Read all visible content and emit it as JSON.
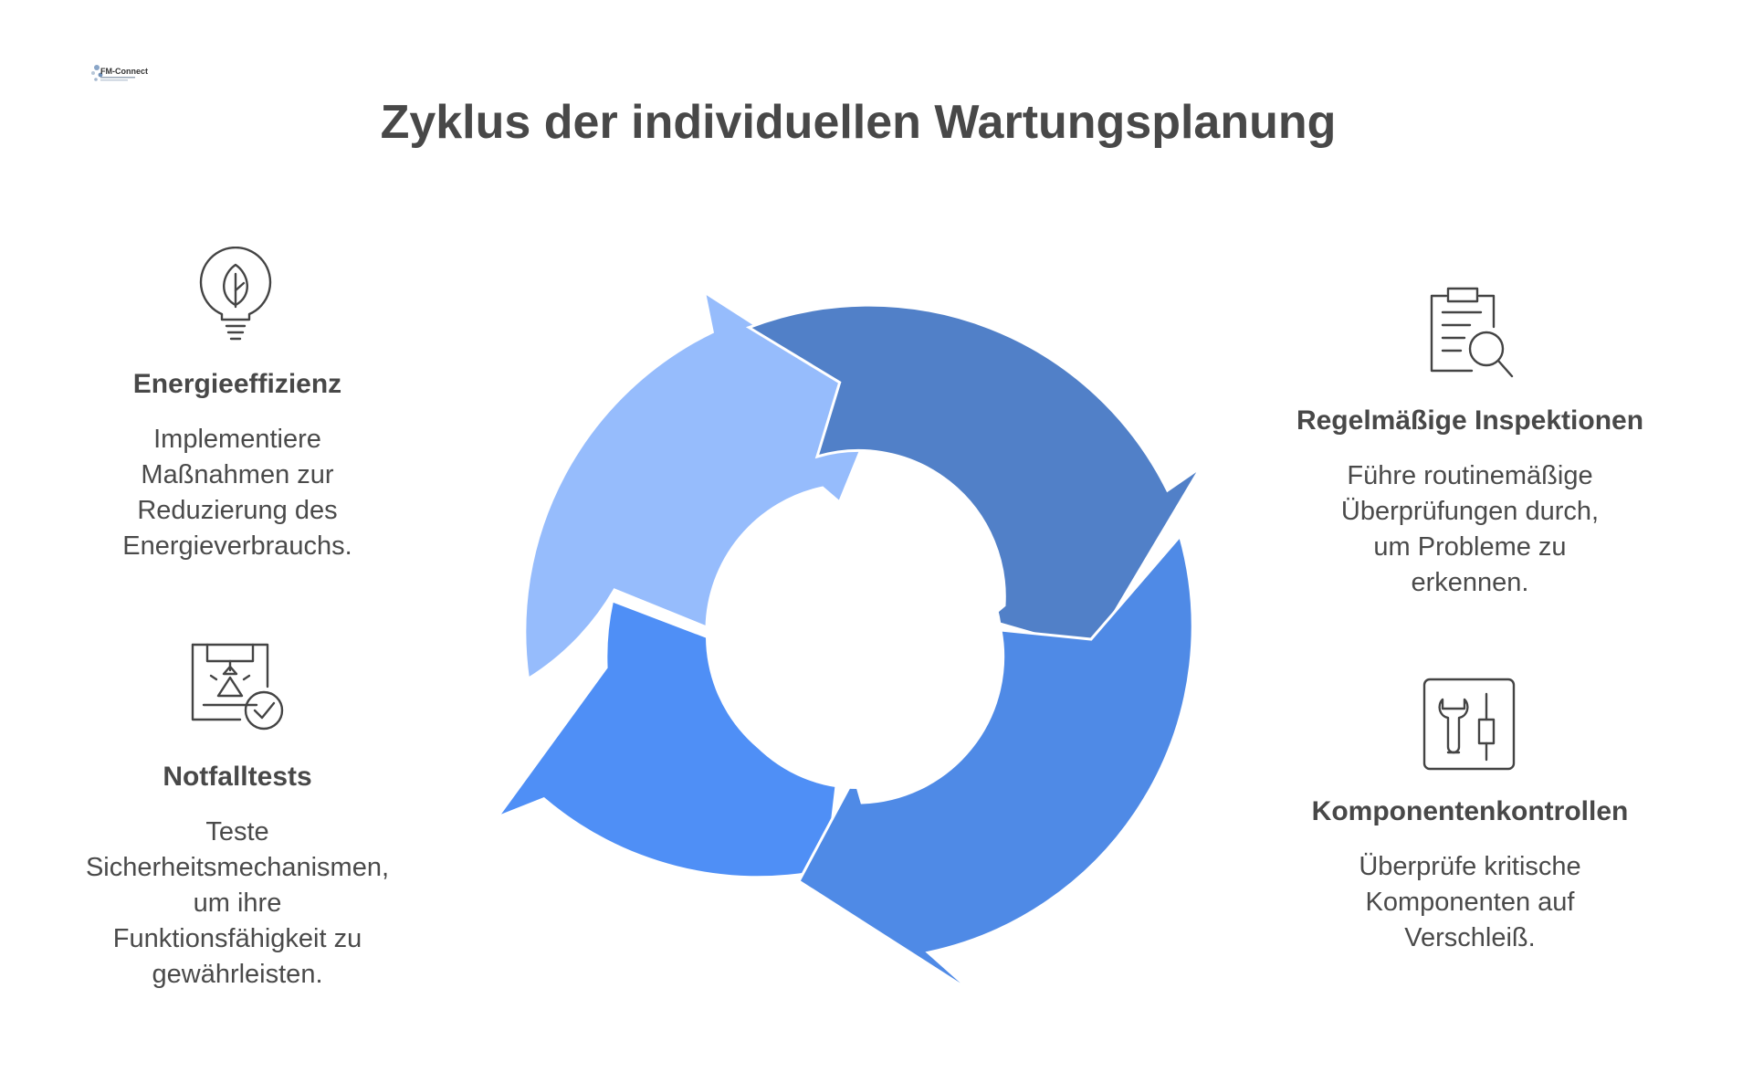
{
  "header": {
    "logo_text": "FM-Connect.com",
    "title": "Zyklus der individuellen Wartungsplanung"
  },
  "colors": {
    "segment_light": "#96bcfc",
    "segment_dark": "#5180c8",
    "segment_mid": "#4f8ae6",
    "segment_bright": "#4f8ff6",
    "icon_stroke": "#444444",
    "text": "#484848"
  },
  "items": [
    {
      "icon": "lightbulb-leaf-icon",
      "title": "Energieeffizienz",
      "desc_lines": [
        "Implementiere",
        "Maßnahmen zur",
        "Reduzierung des",
        "Energieverbrauchs."
      ]
    },
    {
      "icon": "clipboard-magnifier-icon",
      "title": "Regelmäßige Inspektionen",
      "desc_lines": [
        "Führe routinemäßige",
        "Überprüfungen durch,",
        "um Probleme zu",
        "erkennen."
      ]
    },
    {
      "icon": "alarm-checklist-icon",
      "title": "Notfalltests",
      "desc_lines": [
        "Teste",
        "Sicherheitsmechanismen,",
        "um ihre",
        "Funktionsfähigkeit zu",
        "gewährleisten."
      ]
    },
    {
      "icon": "tools-panel-icon",
      "title": "Komponentenkontrollen",
      "desc_lines": [
        "Überprüfe kritische",
        "Komponenten auf",
        "Verschleiß."
      ]
    }
  ]
}
